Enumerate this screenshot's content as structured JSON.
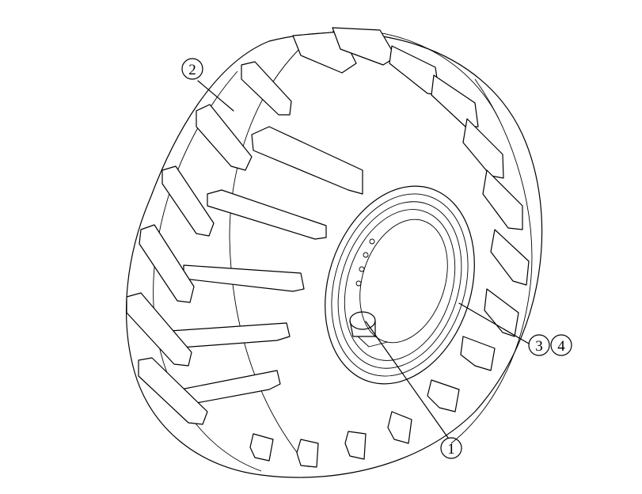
{
  "callouts": [
    {
      "id": "c2",
      "label": "2"
    },
    {
      "id": "c3",
      "label": "3"
    },
    {
      "id": "c4",
      "label": "4"
    },
    {
      "id": "c1",
      "label": "1"
    }
  ]
}
